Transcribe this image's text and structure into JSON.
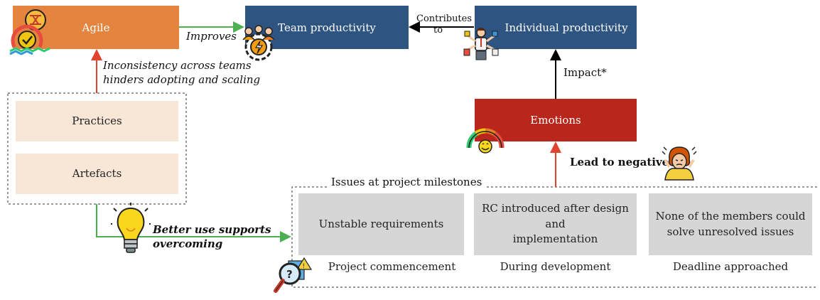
{
  "colors": {
    "agile": "#E5843F",
    "team": "#2E5482",
    "individual": "#2E5482",
    "emotions": "#B9261C",
    "practice_fill": "#F8E6D7",
    "issue_fill": "#D6D6D6",
    "arrow_red": "#E2432F",
    "arrow_green": "#4CAF50",
    "arrow_black": "#000000"
  },
  "nodes": {
    "agile": "Agile",
    "team_productivity": "Team productivity",
    "individual_productivity": "Individual productivity",
    "emotions": "Emotions",
    "practices": "Practices",
    "artefacts": "Artefacts"
  },
  "edges": {
    "improves": "Improves",
    "contributes_line1": "Contributes",
    "contributes_line2": "to",
    "impact": "Impact*",
    "inconsistency_line1": "Inconsistency across teams",
    "inconsistency_line2": "hinders adopting and scaling",
    "better_use_line1": "Better use supports",
    "better_use_line2": "overcoming",
    "lead_to_negative": "Lead to negative"
  },
  "issues": {
    "title": "Issues at project milestones",
    "items": [
      {
        "label_line1": "Unstable requirements",
        "label_line2": "",
        "milestone": "Project commencement"
      },
      {
        "label_line1": "RC introduced after design and",
        "label_line2": "implementation",
        "milestone": "During development"
      },
      {
        "label_line1": "None of the members could",
        "label_line2": "solve unresolved issues",
        "milestone": "Deadline approached"
      }
    ]
  },
  "icons": {
    "agile": "agile-cycle-icon",
    "team": "team-gear-icon",
    "individual": "multitasking-person-icon",
    "emotions": "emotion-gauge-icon",
    "stress": "stressed-person-icon",
    "idea": "lightbulb-icon",
    "issues": "magnifier-question-icon"
  }
}
